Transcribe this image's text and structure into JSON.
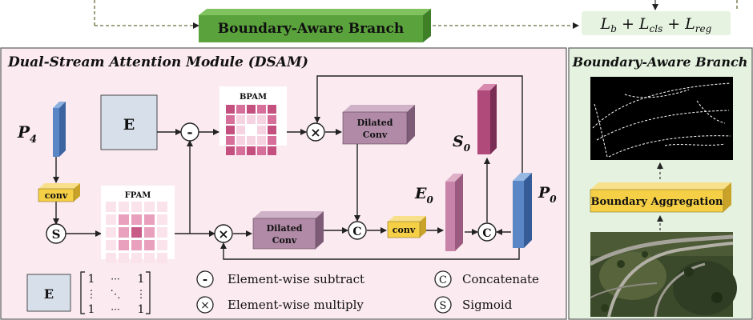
{
  "top": {
    "branch_label": "Boundary-Aware Branch",
    "loss": {
      "L": "L",
      "b": "b",
      "plus1": "+",
      "cls": "cls",
      "plus2": "+",
      "reg": "reg"
    }
  },
  "dsam": {
    "title": "Dual-Stream Attention Module (DSAM)",
    "p4": {
      "main": "P",
      "sub": "4"
    },
    "e_box": "E",
    "conv1": "conv",
    "sigmoid_op": "S",
    "fpam_label": "FPAM",
    "bpam_label": "BPAM",
    "subtract_op": "-",
    "multiply_op": "×",
    "concat_op": "C",
    "dilated_top": [
      "Dilated",
      "Conv"
    ],
    "dilated_bottom": [
      "Dilated",
      "Conv"
    ],
    "conv2": "conv",
    "e0": {
      "main": "E",
      "sub": "0"
    },
    "s0": {
      "main": "S",
      "sub": "0"
    },
    "p0": {
      "main": "P",
      "sub": "0"
    }
  },
  "legend": {
    "e_box": "E",
    "matrix": {
      "r1c1": "1",
      "r1c2": "···",
      "r1c3": "1",
      "r2c1": "⋮",
      "r2c2": "⋱",
      "r2c3": "⋮",
      "r3c1": "1",
      "r3c2": "···",
      "r3c3": "1"
    },
    "subtract_symbol": "-",
    "subtract_label": "Element-wise subtract",
    "multiply_symbol": "×",
    "multiply_label": "Element-wise multiply",
    "concat_symbol": "C",
    "concat_label": "Concatenate",
    "sigmoid_symbol": "S",
    "sigmoid_label": "Sigmoid"
  },
  "bab": {
    "title": "Boundary-Aware Branch",
    "aggregation": "Boundary Aggregation"
  },
  "colors": {
    "dsam_bg": "#fbeaf0",
    "bab_bg": "#e4f2df",
    "branch_green": "#5aa33c",
    "loss_bg": "#e6f3e1",
    "conv_yellow": "#f5cf45",
    "dilated_purple": "#b08aa6",
    "p_blue": "#5a86c6",
    "e0_pink": "#c884a8",
    "s0_magenta": "#b04a7a",
    "e_box": "#d7e0ea"
  }
}
